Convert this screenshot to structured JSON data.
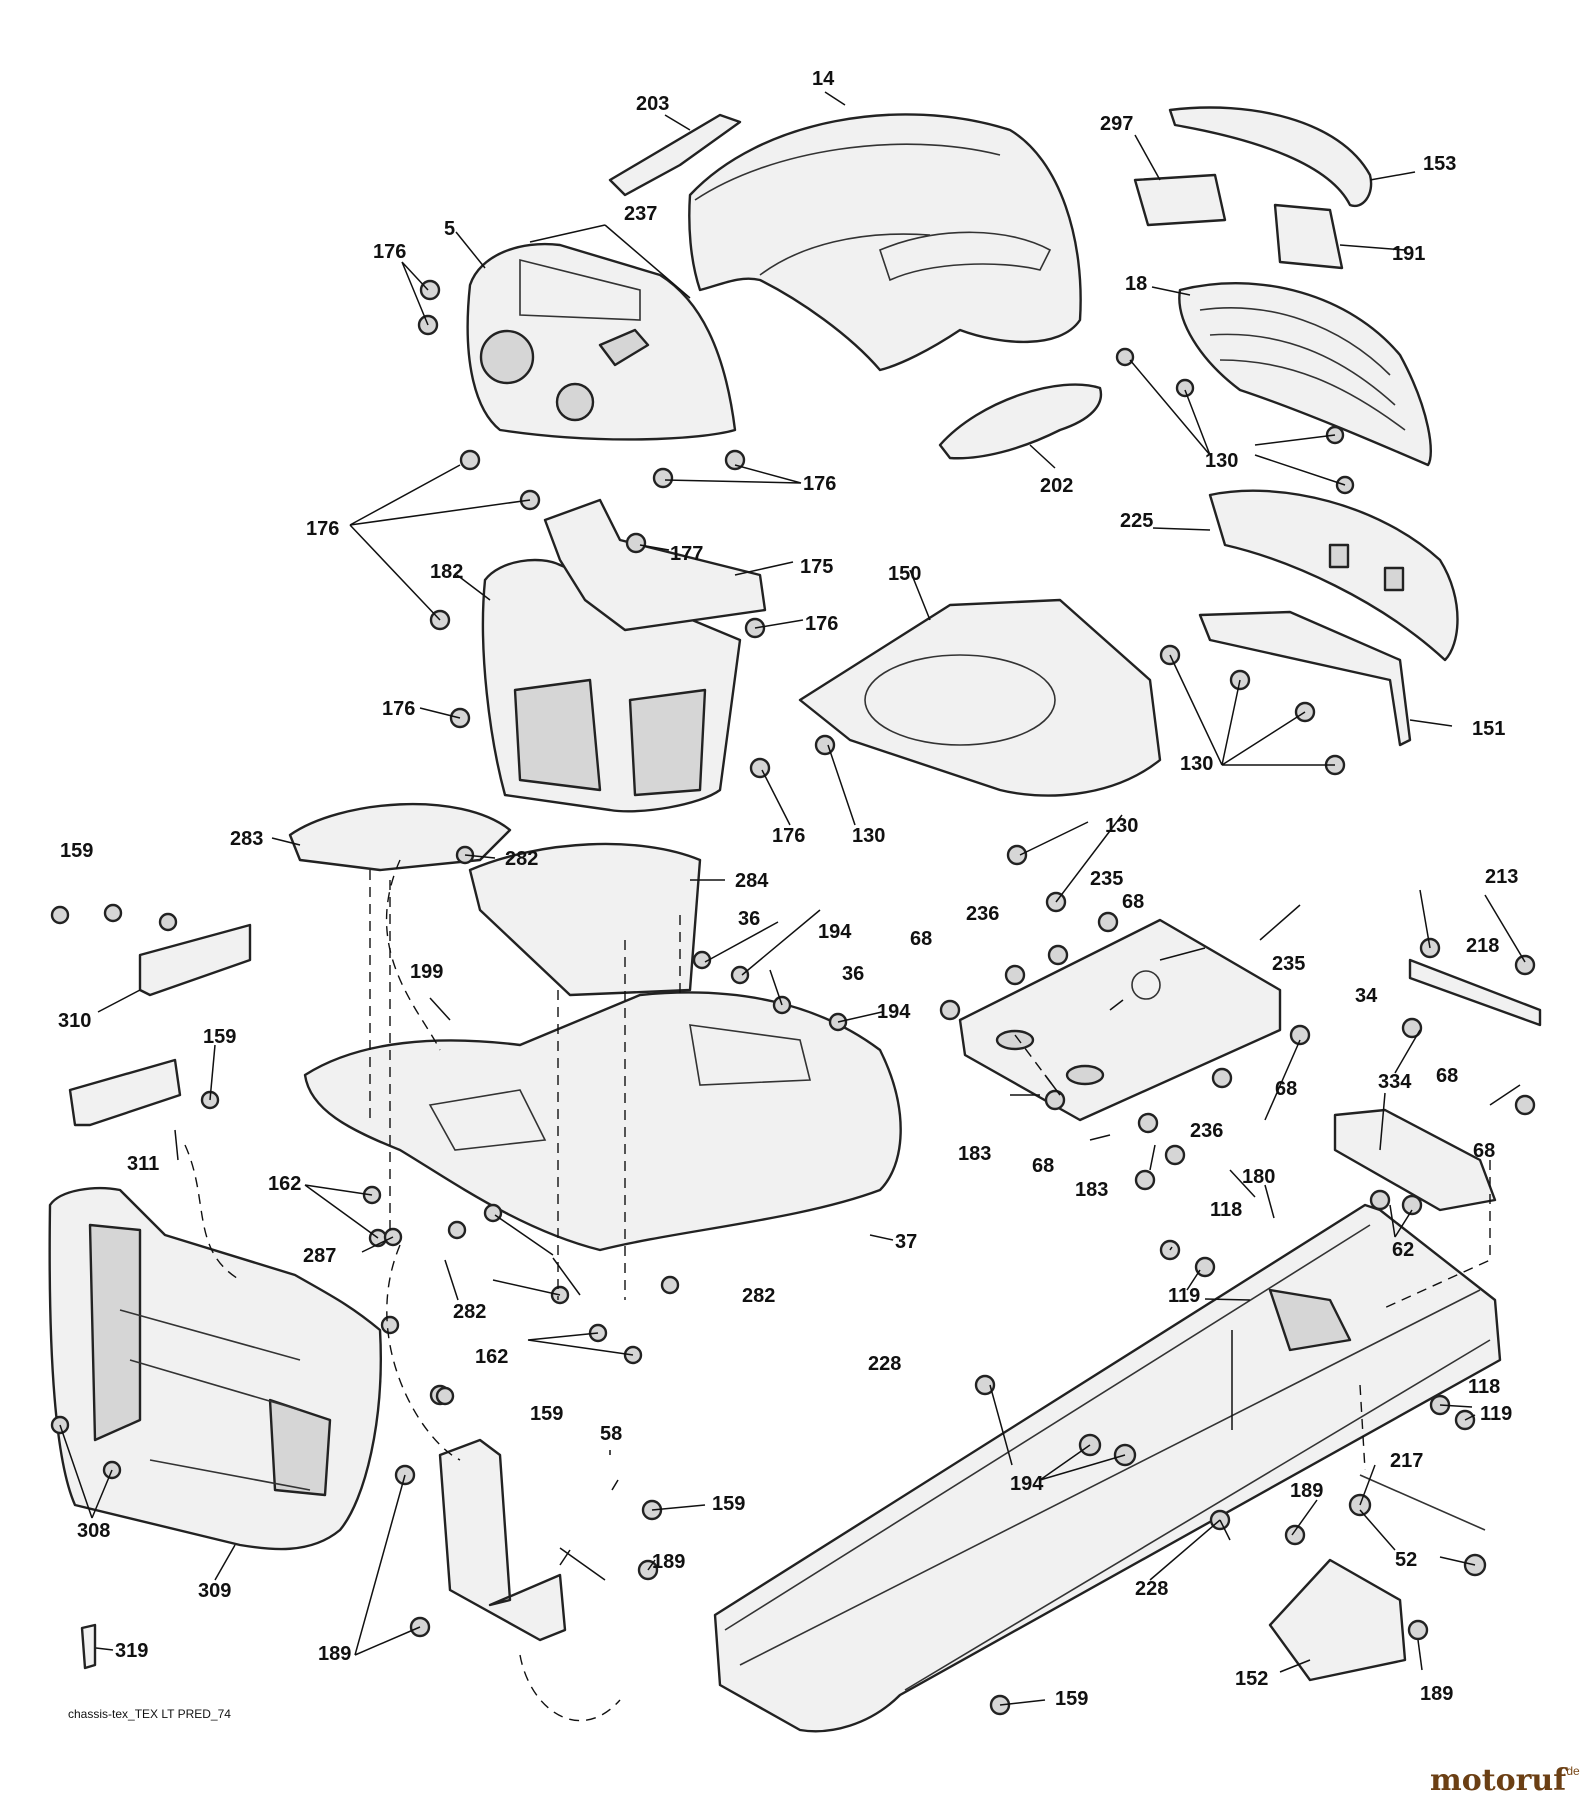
{
  "caption": "chassis-tex_TEX LT PRED_74",
  "brand": {
    "name": "motoruf",
    "suffix": ".de",
    "color": "#6b3f14",
    "accent": "#c87a1c"
  },
  "part_labels": [
    "14",
    "203",
    "237",
    "5",
    "176",
    "297",
    "153",
    "191",
    "18",
    "130",
    "202",
    "177",
    "175",
    "182",
    "150",
    "225",
    "151",
    "283",
    "282",
    "284",
    "159",
    "36",
    "194",
    "199",
    "310",
    "311",
    "162",
    "287",
    "37",
    "235",
    "68",
    "236",
    "34",
    "183",
    "213",
    "218",
    "334",
    "180",
    "118",
    "119",
    "62",
    "228",
    "217",
    "52",
    "189",
    "58",
    "308",
    "309",
    "319",
    "152"
  ]
}
